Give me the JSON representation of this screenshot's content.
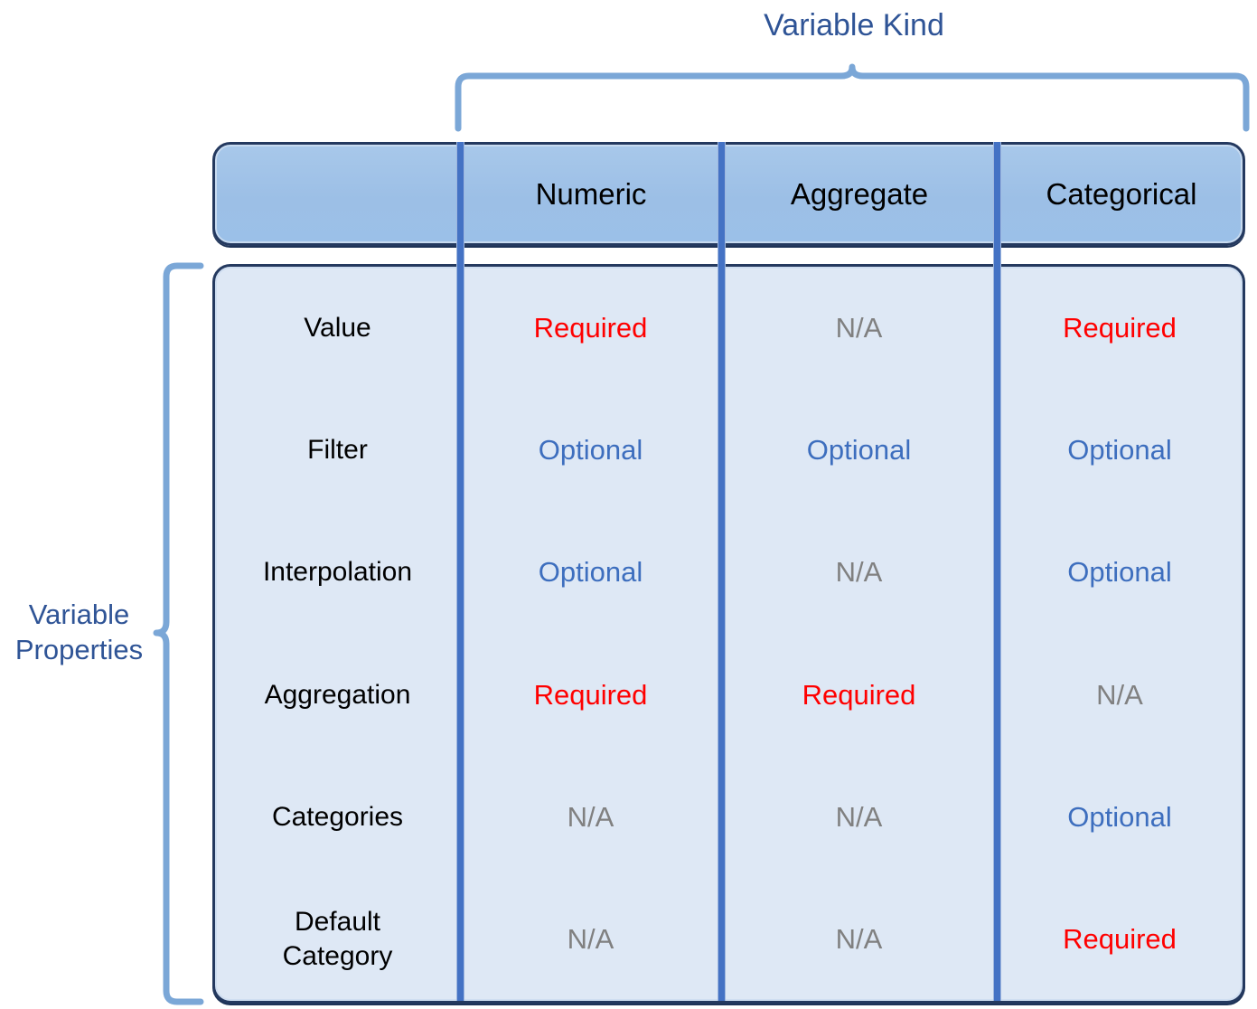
{
  "diagram": {
    "kind_axis_title": "Variable Kind",
    "properties_axis_title_line1": "Variable",
    "properties_axis_title_line2": "Properties"
  },
  "colors": {
    "required": "#FF0000",
    "optional": "#3D6EBE",
    "na": "#808080",
    "title_blue": "#2F5496",
    "brace_blue": "#7BA7D7",
    "divider_blue": "#4472C4",
    "header_fill": "#9CBFE6",
    "body_fill": "#DEE8F5",
    "border_navy": "#24395F"
  },
  "chart_data": {
    "type": "table",
    "title": "Variable Kind vs Variable Properties",
    "xlabel": "Variable Kind",
    "ylabel": "Variable Properties",
    "columns": [
      "",
      "Numeric",
      "Aggregate",
      "Categorical"
    ],
    "row_header_label": "",
    "rows": [
      {
        "property": "Value",
        "values": [
          "Required",
          "N/A",
          "Required"
        ]
      },
      {
        "property": "Filter",
        "values": [
          "Optional",
          "Optional",
          "Optional"
        ]
      },
      {
        "property": "Interpolation",
        "values": [
          "Optional",
          "N/A",
          "Optional"
        ]
      },
      {
        "property": "Aggregation",
        "values": [
          "Required",
          "Required",
          "N/A"
        ]
      },
      {
        "property": "Categories",
        "values": [
          "N/A",
          "N/A",
          "Optional"
        ]
      },
      {
        "property": "Default Category",
        "values": [
          "N/A",
          "N/A",
          "Required"
        ]
      }
    ],
    "legend": [
      "Required",
      "Optional",
      "N/A"
    ]
  },
  "table": {
    "headers": {
      "numeric": "Numeric",
      "aggregate": "Aggregate",
      "categorical": "Categorical"
    },
    "rows": [
      {
        "name": "Value",
        "name2": "",
        "c1": "Required",
        "c1k": "required",
        "c2": "N/A",
        "c2k": "na",
        "c3": "Required",
        "c3k": "required"
      },
      {
        "name": "Filter",
        "name2": "",
        "c1": "Optional",
        "c1k": "optional",
        "c2": "Optional",
        "c2k": "optional",
        "c3": "Optional",
        "c3k": "optional"
      },
      {
        "name": "Interpolation",
        "name2": "",
        "c1": "Optional",
        "c1k": "optional",
        "c2": "N/A",
        "c2k": "na",
        "c3": "Optional",
        "c3k": "optional"
      },
      {
        "name": "Aggregation",
        "name2": "",
        "c1": "Required",
        "c1k": "required",
        "c2": "Required",
        "c2k": "required",
        "c3": "N/A",
        "c3k": "na"
      },
      {
        "name": "Categories",
        "name2": "",
        "c1": "N/A",
        "c1k": "na",
        "c2": "N/A",
        "c2k": "na",
        "c3": "Optional",
        "c3k": "optional"
      },
      {
        "name": "Default",
        "name2": "Category",
        "c1": "N/A",
        "c1k": "na",
        "c2": "N/A",
        "c2k": "na",
        "c3": "Required",
        "c3k": "required"
      }
    ]
  }
}
